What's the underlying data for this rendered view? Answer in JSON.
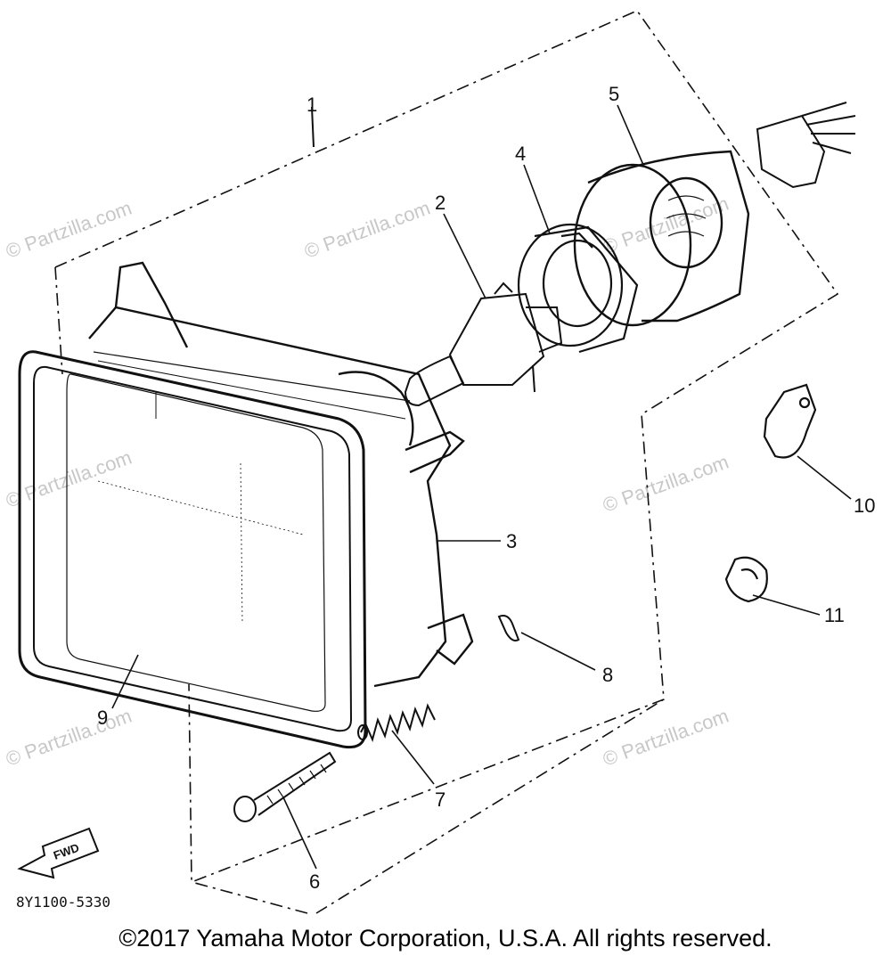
{
  "diagram": {
    "callouts": {
      "p1": "1",
      "p2": "2",
      "p3": "3",
      "p4": "4",
      "p5": "5",
      "p6": "6",
      "p7": "7",
      "p8": "8",
      "p9": "9",
      "p10": "10",
      "p11": "11"
    },
    "part_code": "8Y1100-5330",
    "fwd_label": "FWD",
    "watermark": "© Partzilla.com",
    "colors": {
      "line": "#111111",
      "watermark": "#c8c8c8",
      "background": "#ffffff"
    }
  },
  "footer": {
    "copyright": "©2017 Yamaha Motor Corporation, U.S.A. All rights reserved."
  }
}
